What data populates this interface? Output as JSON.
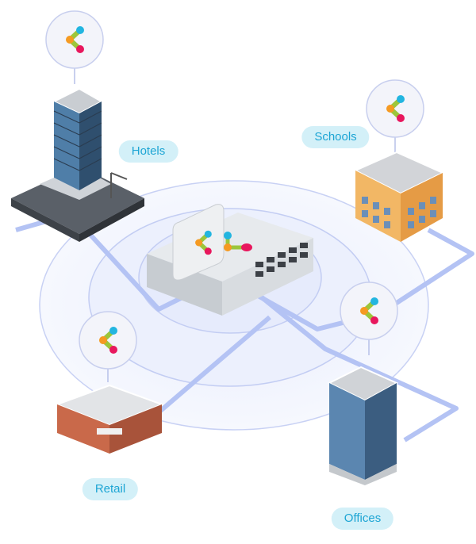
{
  "locations": [
    {
      "label": "Hotels"
    },
    {
      "label": "Schools"
    },
    {
      "label": "Retail"
    },
    {
      "label": "Offices"
    }
  ],
  "colors": {
    "label_text": "#1da5d4",
    "label_bg": "#d3f0f8",
    "ring": "#c3cdf3",
    "link": "#b4c3f4",
    "logo_blue": "#22b5e0",
    "logo_green": "#9cc63b",
    "logo_orange": "#f59a22",
    "logo_pink": "#e8175d"
  },
  "icons": [
    "network-logo-icon",
    "network-switch-icon",
    "hotel-building-icon",
    "school-building-icon",
    "retail-building-icon",
    "office-building-icon"
  ]
}
